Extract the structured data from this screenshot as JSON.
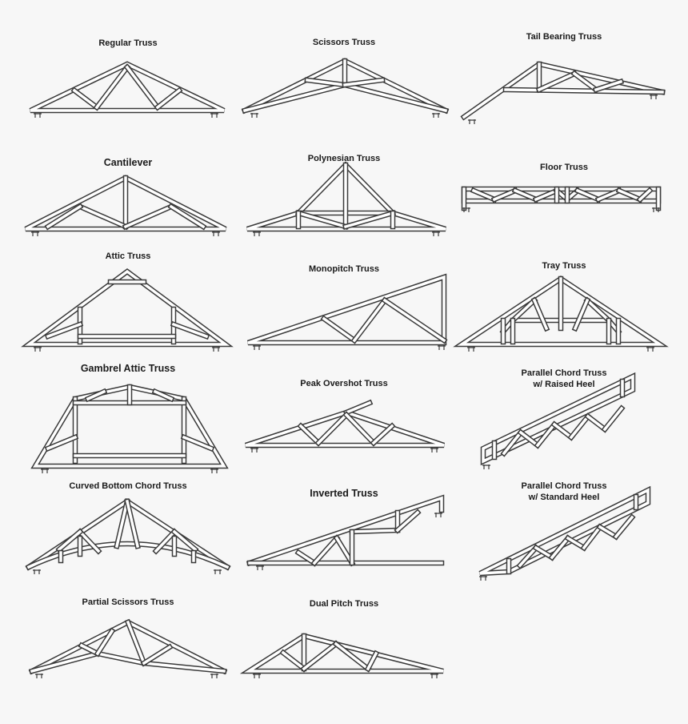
{
  "colors": {
    "background": "#f7f7f7",
    "line": "#3a3a3a",
    "fill": "#ffffff"
  },
  "trusses": [
    {
      "id": "regular",
      "title": "Regular Truss"
    },
    {
      "id": "scissors",
      "title": "Scissors Truss"
    },
    {
      "id": "tail-bearing",
      "title": "Tail Bearing Truss"
    },
    {
      "id": "cantilever",
      "title": "Cantilever"
    },
    {
      "id": "polynesian",
      "title": "Polynesian Truss"
    },
    {
      "id": "floor",
      "title": "Floor Truss"
    },
    {
      "id": "attic",
      "title": "Attic Truss"
    },
    {
      "id": "monopitch",
      "title": "Monopitch Truss"
    },
    {
      "id": "tray",
      "title": "Tray Truss"
    },
    {
      "id": "gambrel-attic",
      "title": "Gambrel Attic Truss"
    },
    {
      "id": "peak-overshot",
      "title": "Peak Overshot Truss"
    },
    {
      "id": "parallel-chord-raised-heel",
      "title": "Parallel Chord Truss\nw/ Raised Heel"
    },
    {
      "id": "curved-bottom-chord",
      "title": "Curved Bottom Chord Truss"
    },
    {
      "id": "inverted",
      "title": "Inverted Truss"
    },
    {
      "id": "parallel-chord-standard-heel",
      "title": "Parallel Chord Truss\nw/ Standard Heel"
    },
    {
      "id": "partial-scissors",
      "title": "Partial Scissors Truss"
    },
    {
      "id": "dual-pitch",
      "title": "Dual Pitch Truss"
    }
  ]
}
